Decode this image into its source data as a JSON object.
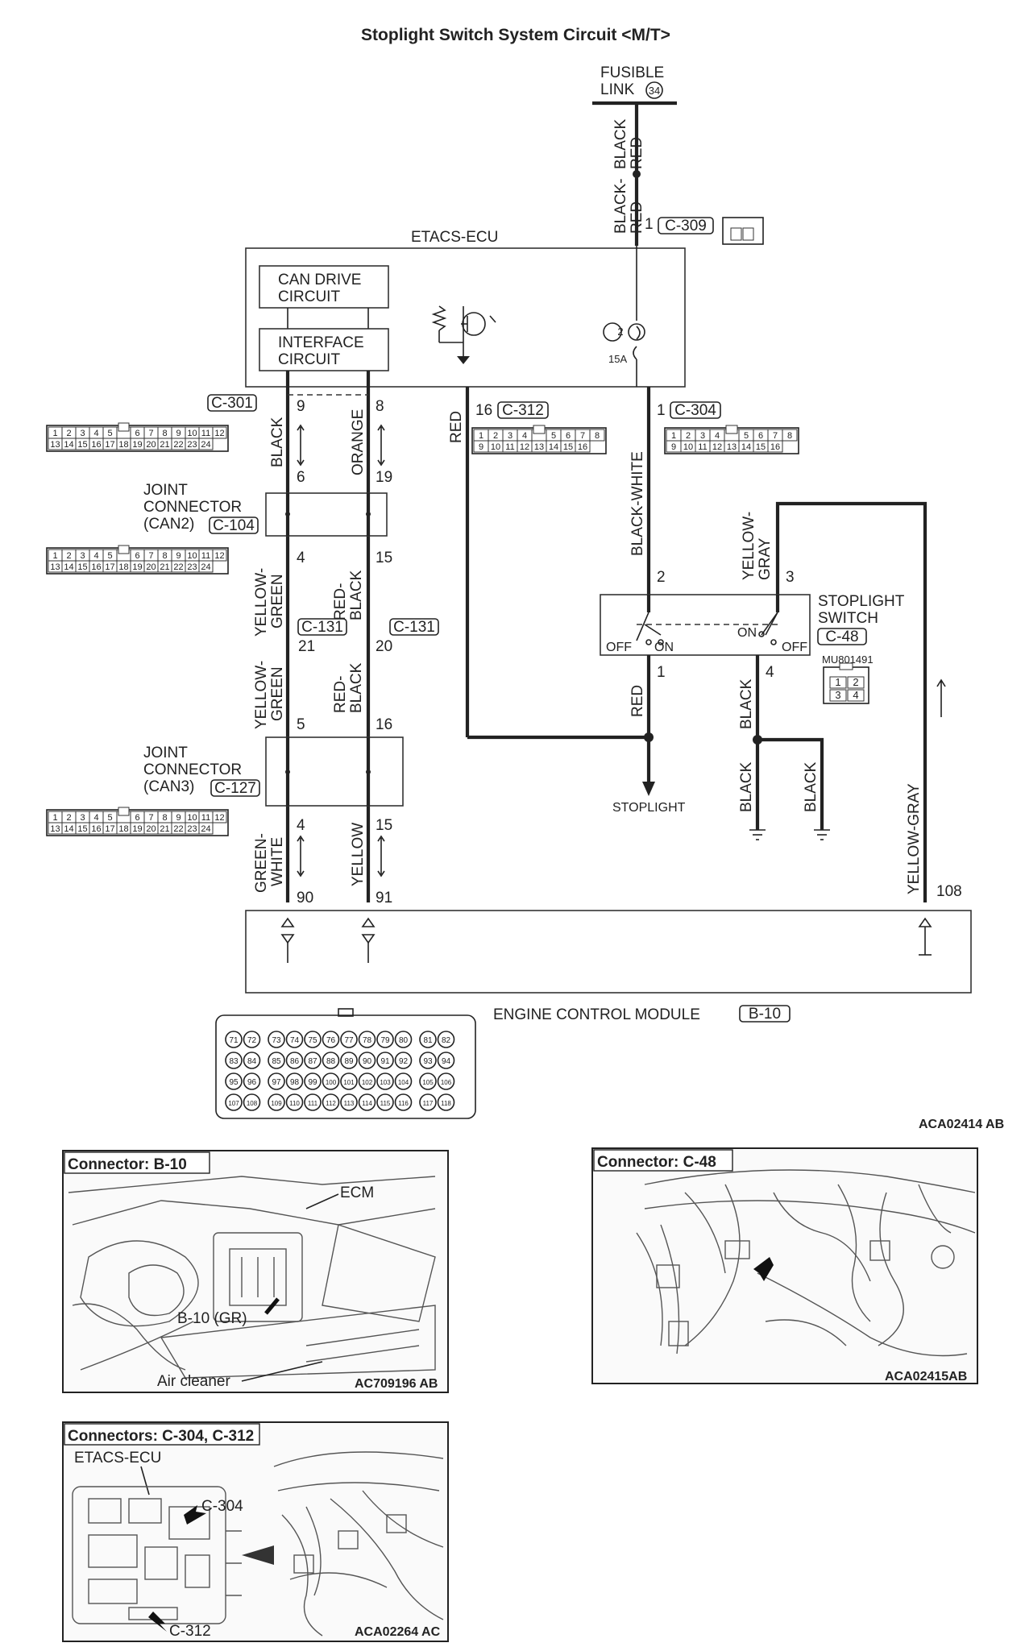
{
  "title": "Stoplight Switch System Circuit <M/T>",
  "fusible_link": {
    "line1": "FUSIBLE",
    "line2": "LINK",
    "num": "34"
  },
  "etacs": {
    "label": "ETACS-ECU",
    "can_drive": [
      "CAN DRIVE",
      "CIRCUIT"
    ],
    "interface": [
      "INTERFACE",
      "CIRCUIT"
    ],
    "fuse_num": "2",
    "fuse_amp": "15A"
  },
  "connectors": {
    "c309": "C-309",
    "c301": "C-301",
    "c312": "C-312",
    "c304": "C-304",
    "c104": "C-104",
    "c131": "C-131",
    "c127": "C-127",
    "c48": "C-48",
    "b10": "B-10"
  },
  "wires": {
    "black_red": "BLACK-\nRED",
    "black": "BLACK",
    "orange": "ORANGE",
    "red": "RED",
    "black_white": "BLACK-WHITE",
    "yellow_gray": "YELLOW-\nGRAY",
    "yellow_green": "YELLOW-\nGREEN",
    "red_black": "RED-\nBLACK",
    "green_white": "GREEN-\nWHITE",
    "yellow": "YELLOW",
    "yellow_gray_long": "YELLOW-GRAY"
  },
  "pins": {
    "p1": "1",
    "p9": "9",
    "p8": "8",
    "p16": "16",
    "p6": "6",
    "p19": "19",
    "p4": "4",
    "p15": "15",
    "p21": "21",
    "p20": "20",
    "p5": "5",
    "p2": "2",
    "p3": "3",
    "p90": "90",
    "p91": "91",
    "p108": "108"
  },
  "joint_can2": [
    "JOINT",
    "CONNECTOR",
    "(CAN2)"
  ],
  "joint_can3": [
    "JOINT",
    "CONNECTOR",
    "(CAN3)"
  ],
  "stoplight_switch": {
    "line1": "STOPLIGHT",
    "line2": "SWITCH",
    "off": "OFF",
    "on": "ON",
    "part": "MU801491"
  },
  "stoplight": "STOPLIGHT",
  "ecm_label": "ENGINE CONTROL MODULE",
  "diagram_code": "ACA02414 AB",
  "connector_pins_24": [
    "1",
    "2",
    "3",
    "4",
    "5",
    "",
    "6",
    "7",
    "8",
    "9",
    "10",
    "11",
    "12",
    "13",
    "14",
    "15",
    "16",
    "17",
    "18",
    "19",
    "20",
    "21",
    "22",
    "23",
    "24"
  ],
  "connector_pins_16": [
    "1",
    "2",
    "3",
    "4",
    "",
    "5",
    "6",
    "7",
    "8",
    "9",
    "10",
    "11",
    "12",
    "13",
    "14",
    "15",
    "16"
  ],
  "ecm_rows": [
    [
      "71",
      "72",
      "73",
      "74",
      "75",
      "76",
      "77",
      "78",
      "79",
      "80",
      "81",
      "82"
    ],
    [
      "83",
      "84",
      "85",
      "86",
      "87",
      "88",
      "89",
      "90",
      "91",
      "92",
      "93",
      "94"
    ],
    [
      "95",
      "96",
      "97",
      "98",
      "99",
      "100",
      "101",
      "102",
      "103",
      "104",
      "105",
      "106"
    ],
    [
      "107",
      "108",
      "109",
      "110",
      "111",
      "112",
      "113",
      "114",
      "115",
      "116",
      "117",
      "118"
    ]
  ],
  "photos": {
    "b10": {
      "title": "Connector: B-10",
      "ecm": "ECM",
      "conn": "B-10 (GR)",
      "air": "Air cleaner",
      "code": "AC709196 AB"
    },
    "c48": {
      "title": "Connector: C-48",
      "code": "ACA02415AB"
    },
    "c304": {
      "title": "Connectors: C-304, C-312",
      "etacs": "ETACS-ECU",
      "c304": "C-304",
      "c312": "C-312",
      "code": "ACA02264 AC"
    }
  }
}
